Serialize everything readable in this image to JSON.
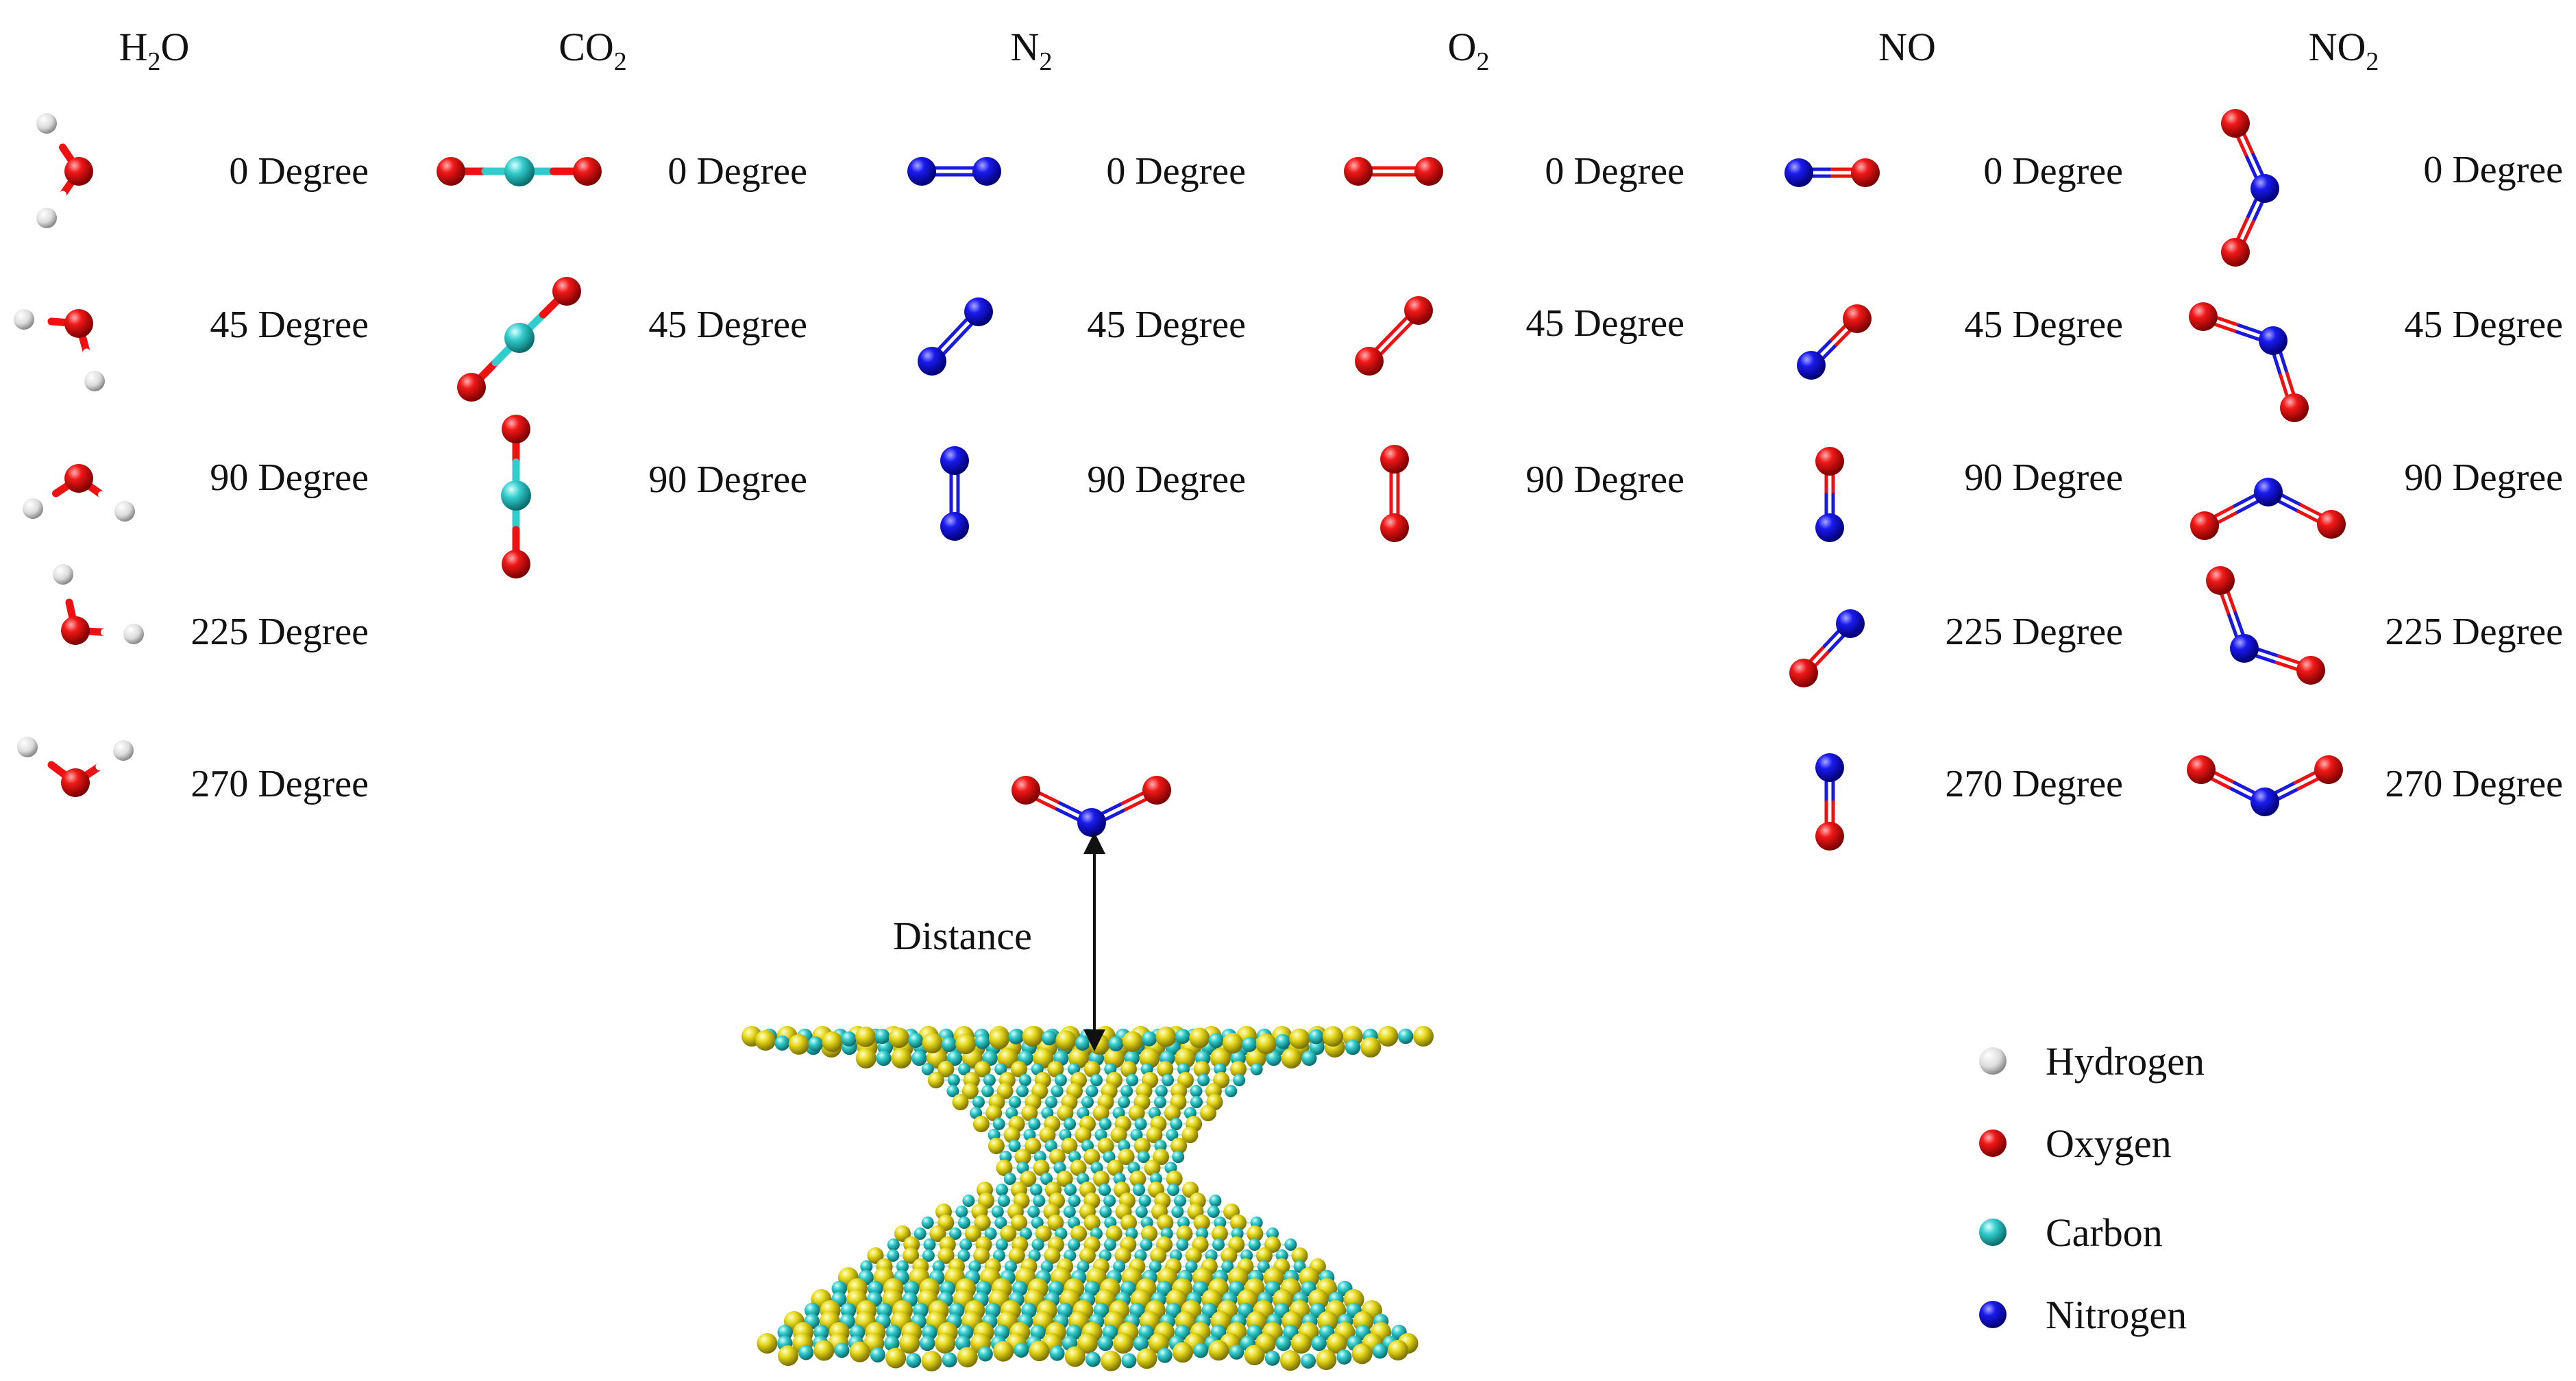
{
  "columns": [
    {
      "id": "h2o",
      "head": "H",
      "sub": "2",
      "tail": "O",
      "labels": [
        "0 Degree",
        "45 Degree",
        "90 Degree",
        "225 Degree",
        "270 Degree"
      ]
    },
    {
      "id": "co2",
      "head": "CO",
      "sub": "2",
      "tail": "",
      "labels": [
        "0 Degree",
        "45 Degree",
        "90 Degree"
      ]
    },
    {
      "id": "n2",
      "head": "N",
      "sub": "2",
      "tail": "",
      "labels": [
        "0 Degree",
        "45 Degree",
        "90 Degree"
      ]
    },
    {
      "id": "o2",
      "head": "O",
      "sub": "2",
      "tail": "",
      "labels": [
        "0 Degree",
        "45 Degree",
        "90 Degree"
      ]
    },
    {
      "id": "no",
      "head": "NO",
      "sub": "",
      "tail": "",
      "labels": [
        "0 Degree",
        "45 Degree",
        "90 Degree",
        "225 Degree",
        "270 Degree"
      ]
    },
    {
      "id": "no2",
      "head": "NO",
      "sub": "2",
      "tail": "",
      "labels": [
        "0 Degree",
        "45 Degree",
        "90 Degree",
        "225 Degree",
        "270 Degree"
      ]
    }
  ],
  "distance_label": "Distance",
  "legend": [
    {
      "label": "Hydrogen",
      "color": "#ffffff"
    },
    {
      "label": "Oxygen",
      "color": "#ee1111"
    },
    {
      "label": "Carbon",
      "color": "#33cccc"
    },
    {
      "label": "Nitrogen",
      "color": "#1a1add"
    }
  ],
  "atom_colors": {
    "H": "#ffffff",
    "O": "#ee1111",
    "C": "#33cccc",
    "N": "#1a1add",
    "S": "#e6d81c"
  }
}
